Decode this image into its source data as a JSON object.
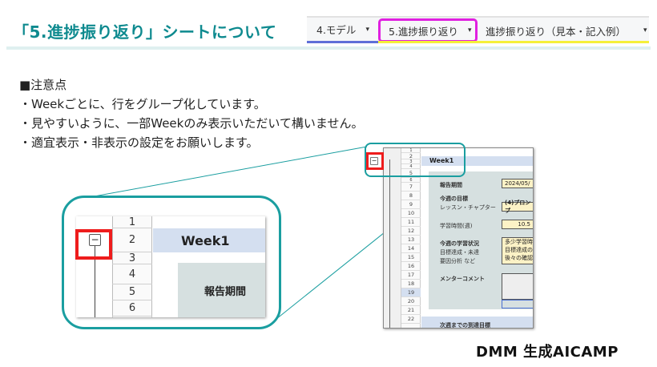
{
  "title": "「5.進捗振り返り」シートについて",
  "tabs": [
    {
      "label": "4.モデル",
      "arrow": "▾"
    },
    {
      "label": "5.進捗振り返り",
      "arrow": "▾"
    },
    {
      "label": "進捗振り返り（見本・記入例）",
      "arrow": "▾"
    }
  ],
  "notes": {
    "heading": "■注意点",
    "items": [
      "・Weekごとに、行をグループ化しています。",
      "・見やすいように、一部Weekのみ表示いただいて構いません。",
      "・適宜表示・非表示の設定をお願いします。"
    ]
  },
  "zoom_sheet": {
    "rows": [
      "1",
      "2",
      "3",
      "4",
      "5",
      "6"
    ],
    "week": "Week1",
    "period_label": "報告期間",
    "collapse": "−"
  },
  "sheet": {
    "rows": [
      "1",
      "2",
      "3",
      "4",
      "5",
      "6",
      "7",
      "8",
      "9",
      "10",
      "11",
      "12",
      "13",
      "14",
      "15",
      "16",
      "17",
      "18",
      "19",
      "20",
      "21",
      "22"
    ],
    "week": "Week1",
    "labels": {
      "period": "報告期間",
      "goal": "今週の目標",
      "lesson": "レッスン・チャプター",
      "hours": "学習時間(週)",
      "status": "今週の学習状況",
      "achieve": "目標達成・未達",
      "cause": "要因分析 など",
      "mentor": "メンターコメント",
      "next": "次週までの到達目標"
    },
    "values": {
      "period": "2024/05/",
      "lesson": "(4)プロンプ",
      "hours": "10.5",
      "status": [
        "多少学習時",
        "目標達成の",
        "後々の確認"
      ]
    }
  },
  "logo": "DMM 生成AICAMP"
}
